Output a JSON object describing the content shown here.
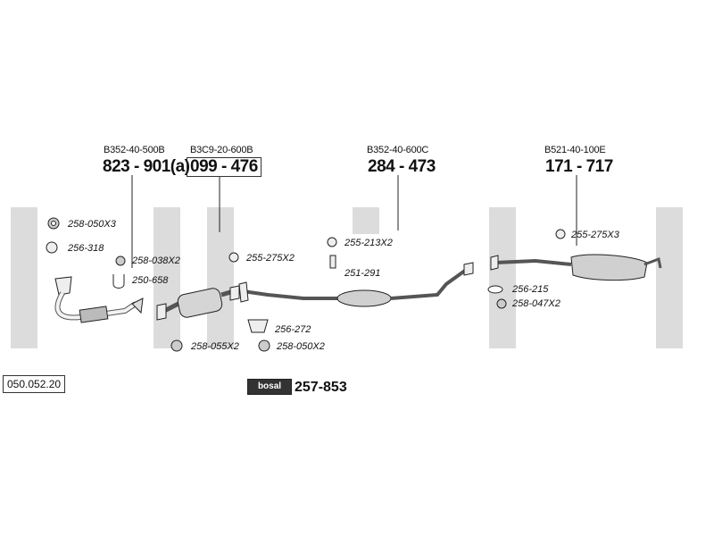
{
  "diagram_code": "050.052.20",
  "sections": [
    {
      "ref": "B352-40-500B",
      "part": "823 - 901(a)"
    },
    {
      "ref": "B3C9-20-600B",
      "part": "099 - 476"
    },
    {
      "ref": "B352-40-600C",
      "part": "284 - 473"
    },
    {
      "ref": "B521-40-100E",
      "part": "171 - 717"
    }
  ],
  "labels": [
    "258-050X3",
    "256-318",
    "258-038X2",
    "250-658",
    "255-275X2",
    "256-272",
    "258-055X2",
    "258-050X2",
    "255-213X2",
    "251-291",
    "255-275X3",
    "256-215",
    "258-047X2"
  ],
  "kit": {
    "logo": "bosal",
    "number": "257-853"
  }
}
